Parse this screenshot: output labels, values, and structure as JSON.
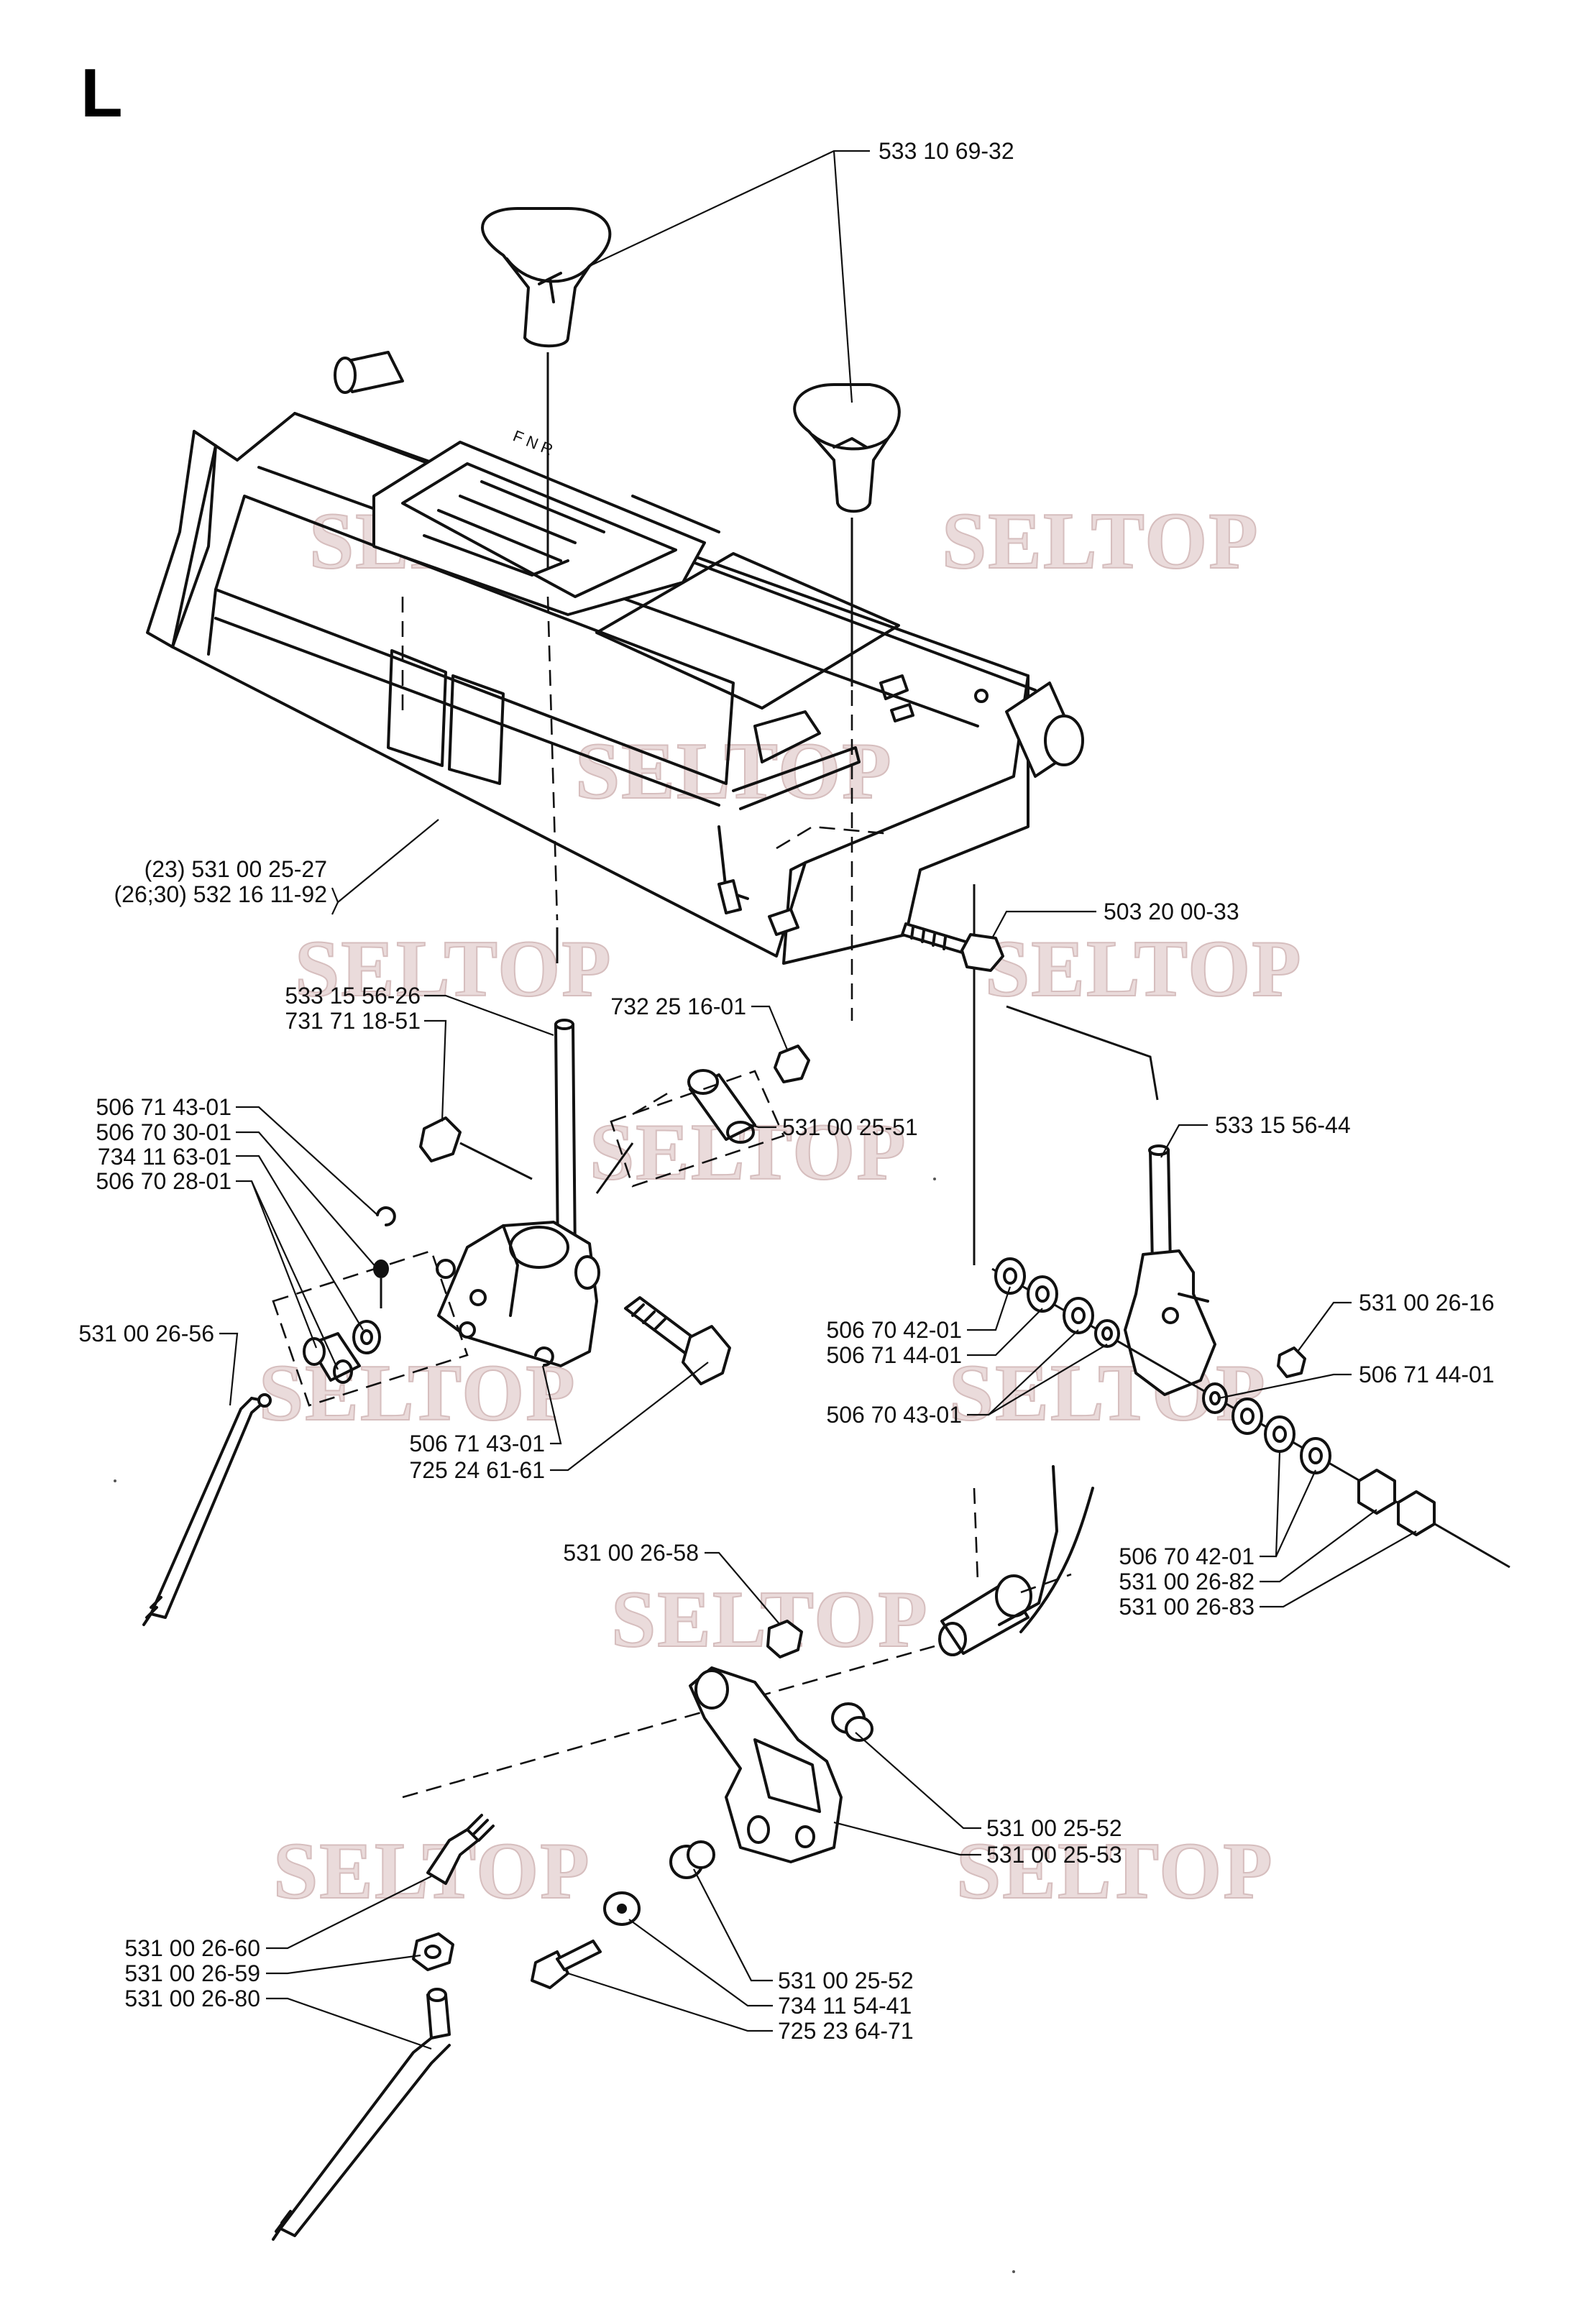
{
  "sheet_letter": "L",
  "watermark": "SELTOP",
  "labels": {
    "l01": "533 10 69-32",
    "l02": "(23) 531 00 25-27",
    "l03": "(26;30) 532 16 11-92",
    "l04": "503 20 00-33",
    "l05": "533 15 56-26",
    "l06": "731 71 18-51",
    "l07": "732 25 16-01",
    "l08": "506 71 43-01",
    "l09": "506 70 30-01",
    "l10": "734 11 63-01",
    "l11": "506 70 28-01",
    "l12": "531 00 25-51",
    "l13": "533 15 56-44",
    "l14": "531 00 26-56",
    "l15": "506 70 42-01",
    "l16": "506 71 44-01",
    "l17": "531 00 26-16",
    "l18": "506 71 44-01",
    "l19": "506 70 43-01",
    "l20": "506 71 43-01",
    "l21": "725 24 61-61",
    "l22": "506 70 42-01",
    "l23": "531 00 26-82",
    "l24": "531 00 26-83",
    "l25": "531 00 26-58",
    "l26": "531 00 25-52",
    "l27": "531 00 25-53",
    "l28": "531 00 26-60",
    "l29": "531 00 26-59",
    "l30": "531 00 26-80",
    "l31": "531 00 25-52",
    "l32": "734 11 54-41",
    "l33": "725 23 64-71"
  }
}
